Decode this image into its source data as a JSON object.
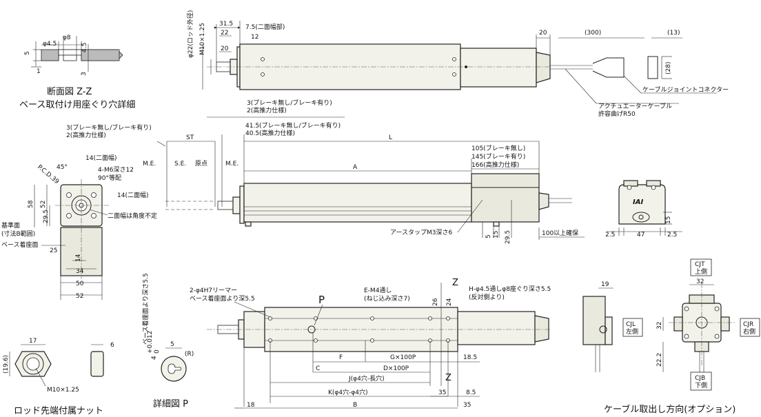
{
  "section_zz": {
    "title": "断面図 Z-Z",
    "subtitle": "ベース取付け用座ぐり穴詳細",
    "phi45": "φ4.5",
    "phi8": "φ8",
    "d5": "5",
    "d45": "4.5",
    "d1": "1",
    "d3": "3"
  },
  "side_top": {
    "d315": "31.5",
    "d22": "22",
    "d20": "20",
    "d75": "7.5(二面幅部)",
    "d12": "12",
    "phi22": "φ22(ロッド外径)",
    "m10": "M10×1.25",
    "d20b": "20",
    "d300": "(300)",
    "d13": "(13)",
    "d28": "(28)",
    "cable_joint": "ケーブルジョイントコネクター",
    "cable_a": "アクチュエーターケーブル",
    "cable_b": "許容曲げR50"
  },
  "front": {
    "brake_a1": "3(ブレーキ無し/ブレーキ有り)",
    "brake_a2": "2(高推力仕様)",
    "brake_b1": "3(ブレーキ無し/ブレーキ有り)",
    "brake_b2": "2(高推力仕様)",
    "st": "ST",
    "d415": "41.5(ブレーキ無し/ブレーキ有り)",
    "d405": "40.5(高推力仕様)",
    "l": "L",
    "a": "A",
    "d105": "105(ブレーキ無し)",
    "d145": "145(ブレーキ有り)",
    "d166": "166(高推力仕様)",
    "me1": "M.E.",
    "se": "S.E.",
    "origin": "原点",
    "me2": "M.E.",
    "earth": "アースタップM3深さ6",
    "d5": "5",
    "d15": "15",
    "d295": "29.5",
    "cable_len": "100以上確保"
  },
  "end_view": {
    "pcd": "P.C.D.39",
    "ang45": "45°",
    "d14a": "14(二面幅)",
    "m6": "4-M6深さ12",
    "ang90": "90°等配",
    "d14b": "14(二面幅)",
    "twoface": "二面幅は角度不定",
    "d58": "58",
    "d52": "52",
    "d295": "29.5",
    "base_a": "基準面",
    "base_b": "(寸法B範囲)",
    "base_c": "ベース着座面",
    "d25": "25",
    "d14": "14",
    "d34": "34",
    "d50": "50",
    "d52b": "52"
  },
  "back_view": {
    "logo": "IAI",
    "d15": "15",
    "d25a": "2.5",
    "d47": "47",
    "d25b": "2.5"
  },
  "bottom": {
    "reamer_a": "2-φ4H7リーマー",
    "reamer_b": "ベース着座面より深5.5",
    "p": "P",
    "em4_a": "E-M4通し",
    "em4_b": "(ねじ込み深さ7)",
    "d26": "26",
    "d24": "24",
    "hole_a": "H-φ4.5通しφ8座ぐり深さ5.5",
    "hole_b": "(反対側より)",
    "z": "Z",
    "f": "F",
    "g": "G×100P",
    "d185": "18.5",
    "c": "C",
    "d": "D×100P",
    "j": "J(φ4穴-長穴)",
    "k": "K(φ4穴-φ4穴)",
    "d35a": "35",
    "d85": "8.5",
    "d18": "18",
    "b": "B",
    "d35b": "35"
  },
  "nut": {
    "d17": "17",
    "d6": "6",
    "d196": "(19.6)",
    "m10": "M10×1.25",
    "title": "ロッド先端付属ナット"
  },
  "detail_p": {
    "tol": "4",
    "tol_sup": "+0.012",
    "tol_sub": "0",
    "depth": "ベース着座面より深さ5.5",
    "d5": "5",
    "r": "(R)",
    "title": "詳細図 P"
  },
  "cable_dir": {
    "d19": "19",
    "cjt_a": "CJT",
    "cjt_b": "上側",
    "d32a": "32",
    "cjl_a": "CJL",
    "cjl_b": "左側",
    "cjr_a": "CJR",
    "cjr_b": "右側",
    "d32b": "32",
    "d222": "22.2",
    "cjb_a": "CJB",
    "cjb_b": "下側",
    "title": "ケーブル取出し方向(オプション)"
  }
}
